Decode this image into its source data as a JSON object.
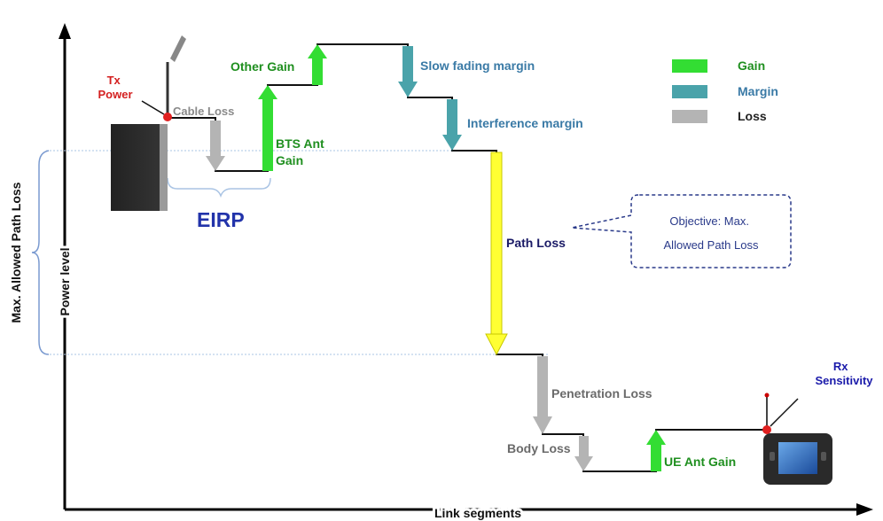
{
  "axes": {
    "y_label": "Power level",
    "x_label": "Link segments",
    "range_label": "Max. Allowed Path Loss"
  },
  "labels": {
    "tx_power": [
      "Tx",
      "Power"
    ],
    "cable_loss": "Cable Loss",
    "other_gain": "Other Gain",
    "bts_ant_gain": [
      "BTS Ant",
      "Gain"
    ],
    "slow_fading_margin": "Slow fading margin",
    "interference_margin": "Interference margin",
    "eirp": "EIRP",
    "path_loss": "Path Loss",
    "penetration_loss": "Penetration Loss",
    "body_loss": "Body Loss",
    "ue_ant_gain": "UE Ant Gain",
    "rx_sensitivity": [
      "Rx",
      "Sensitivity"
    ]
  },
  "callout": {
    "lines": [
      "Objective: Max.",
      "Allowed Path Loss"
    ]
  },
  "legend": {
    "items": [
      {
        "label": "Gain",
        "color": "#33dd33"
      },
      {
        "label": "Margin",
        "color": "#4aa3aa"
      },
      {
        "label": "Loss",
        "color": "#b4b4b4"
      }
    ]
  },
  "colors": {
    "gain": "#33dd33",
    "margin": "#4aa3aa",
    "loss": "#b4b4b4",
    "path_loss": "#ffff33",
    "line": "#111111",
    "tx_label": "#d42020",
    "rx_label": "#1a1aaa",
    "gain_label": "#1f8f1f",
    "margin_label": "#3a7aa6",
    "loss_label": "#7a7a7a",
    "eirp_label": "#2233aa"
  }
}
